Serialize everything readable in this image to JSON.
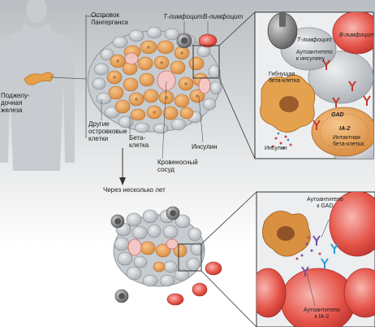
{
  "labels": {
    "pancreas": "Поджелу-\nдочная\nжелеза",
    "islet": "Островок\nЛангерганса",
    "t_cell": "Т-лимфоцит",
    "b_cell": "В-лимфоцит",
    "other_islet": "Другие\nостровковые\nклетки",
    "beta_cell": "Бета-\nклетка",
    "blood_vessel": "Кровеносный\nсосуд",
    "insulin": "Инсулин",
    "after_years": "Через несколько лет",
    "zoom1_t_cell": "Т-лимфоцит",
    "zoom1_b_cell": "В-лимфоцит",
    "zoom1_autoantibody_insulin": "Аутоантитело\nк инсулину",
    "zoom1_dying_beta": "Гибнущая\nбета-клетка",
    "zoom1_gad": "GAD",
    "zoom1_ia2": "IA-2",
    "zoom1_intact_beta": "Интактная\nбета-клетка",
    "zoom1_insulin": "Инсулин",
    "zoom2_autoantibody_gad": "Аутоантитело\nк GAD",
    "zoom2_autoantibody_ia2": "Аутоантитело\nк IA-2"
  },
  "colors": {
    "background_gradient_top": "#9aa2a8",
    "beta_cell": "#e8a35a",
    "red_cell": "#e0403a",
    "t_cell_grey": "#8d8d8d",
    "antibody_red": "#c0392b",
    "antibody_blue": "#2a9ad6"
  }
}
